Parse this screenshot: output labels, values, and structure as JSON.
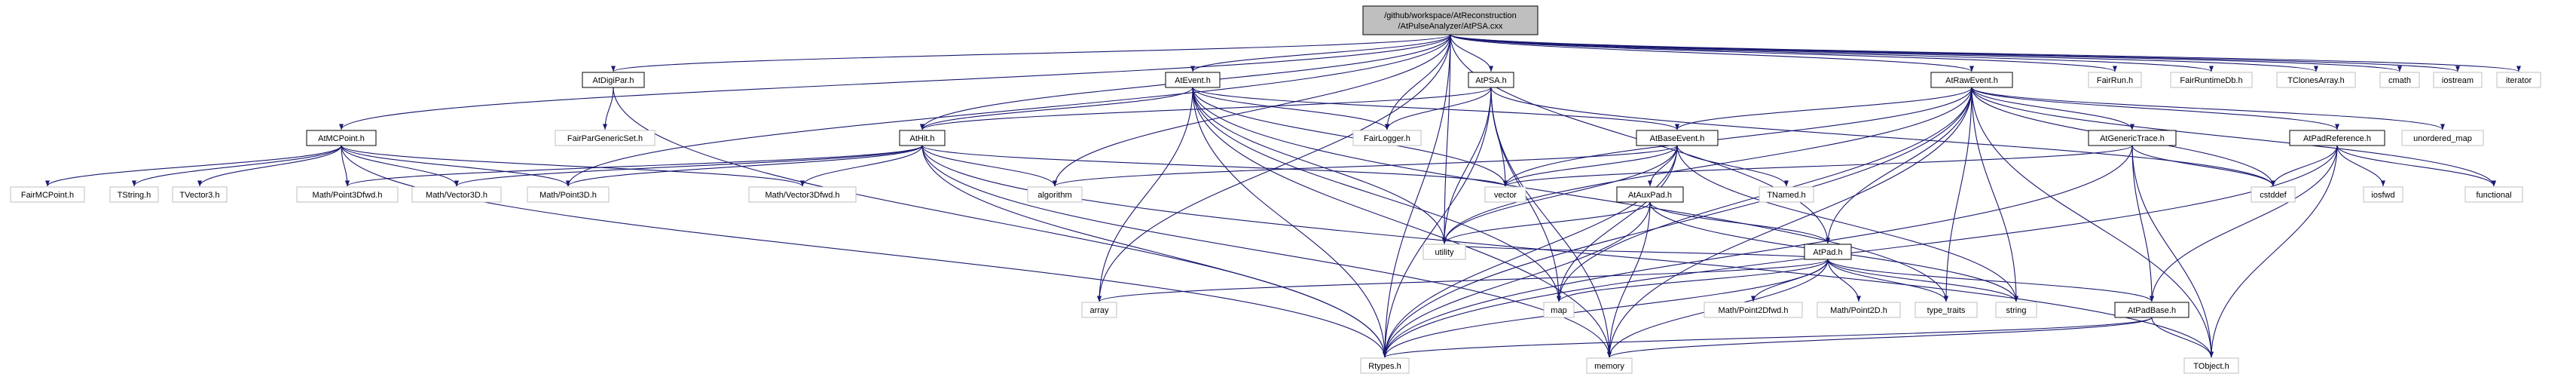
{
  "graph": {
    "title_lines": [
      "/github/workspace/AtReconstruction",
      "/AtPulseAnalyzer/AtPSA.cxx"
    ],
    "colors": {
      "edge": "#191970",
      "root_fill": "#bfbfbf",
      "node_fill": "#ffffff",
      "node_border": "#000000",
      "external_border": "#bfbfbf",
      "text": "#000000"
    },
    "nodes": [
      {
        "id": "root",
        "label": "/github/workspace/AtReconstruction\n/AtPulseAnalyzer/AtPSA.cxx",
        "kind": "root"
      },
      {
        "id": "AtMCPoint",
        "label": "AtMCPoint.h",
        "kind": "internal"
      },
      {
        "id": "AtDigiPar",
        "label": "AtDigiPar.h",
        "kind": "internal"
      },
      {
        "id": "AtEvent",
        "label": "AtEvent.h",
        "kind": "internal"
      },
      {
        "id": "AtPSA",
        "label": "AtPSA.h",
        "kind": "internal"
      },
      {
        "id": "AtRawEvent",
        "label": "AtRawEvent.h",
        "kind": "internal"
      },
      {
        "id": "AtHit",
        "label": "AtHit.h",
        "kind": "internal"
      },
      {
        "id": "AtBaseEvent",
        "label": "AtBaseEvent.h",
        "kind": "internal"
      },
      {
        "id": "AtGenericTrace",
        "label": "AtGenericTrace.h",
        "kind": "internal"
      },
      {
        "id": "AtPadReference",
        "label": "AtPadReference.h",
        "kind": "internal"
      },
      {
        "id": "AtAuxPad",
        "label": "AtAuxPad.h",
        "kind": "internal"
      },
      {
        "id": "AtPad",
        "label": "AtPad.h",
        "kind": "internal"
      },
      {
        "id": "AtPadBase",
        "label": "AtPadBase.h",
        "kind": "internal"
      },
      {
        "id": "FairRun",
        "label": "FairRun.h",
        "kind": "external"
      },
      {
        "id": "FairRuntimeDb",
        "label": "FairRuntimeDb.h",
        "kind": "external"
      },
      {
        "id": "TClonesArray",
        "label": "TClonesArray.h",
        "kind": "external"
      },
      {
        "id": "cmath",
        "label": "cmath",
        "kind": "external"
      },
      {
        "id": "iostream",
        "label": "iostream",
        "kind": "external"
      },
      {
        "id": "iterator",
        "label": "iterator",
        "kind": "external"
      },
      {
        "id": "FairParGenericSet",
        "label": "FairParGenericSet.h",
        "kind": "external"
      },
      {
        "id": "FairLogger",
        "label": "FairLogger.h",
        "kind": "external"
      },
      {
        "id": "unordered_map",
        "label": "unordered_map",
        "kind": "external"
      },
      {
        "id": "FairMCPoint",
        "label": "FairMCPoint.h",
        "kind": "external"
      },
      {
        "id": "TString",
        "label": "TString.h",
        "kind": "external"
      },
      {
        "id": "TVector3",
        "label": "TVector3.h",
        "kind": "external"
      },
      {
        "id": "Point3Dfwd",
        "label": "Math/Point3Dfwd.h",
        "kind": "external"
      },
      {
        "id": "Vector3D",
        "label": "Math/Vector3D.h",
        "kind": "external"
      },
      {
        "id": "Point3D",
        "label": "Math/Point3D.h",
        "kind": "external"
      },
      {
        "id": "Vector3Dfwd",
        "label": "Math/Vector3Dfwd.h",
        "kind": "external"
      },
      {
        "id": "algorithm",
        "label": "algorithm",
        "kind": "external"
      },
      {
        "id": "vector",
        "label": "vector",
        "kind": "external"
      },
      {
        "id": "TNamed",
        "label": "TNamed.h",
        "kind": "external"
      },
      {
        "id": "cstddef",
        "label": "cstddef",
        "kind": "external"
      },
      {
        "id": "iosfwd",
        "label": "iosfwd",
        "kind": "external"
      },
      {
        "id": "functional",
        "label": "functional",
        "kind": "external"
      },
      {
        "id": "utility",
        "label": "utility",
        "kind": "external"
      },
      {
        "id": "array",
        "label": "array",
        "kind": "external"
      },
      {
        "id": "map",
        "label": "map",
        "kind": "external"
      },
      {
        "id": "Point2Dfwd",
        "label": "Math/Point2Dfwd.h",
        "kind": "external"
      },
      {
        "id": "Point2D",
        "label": "Math/Point2D.h",
        "kind": "external"
      },
      {
        "id": "type_traits",
        "label": "type_traits",
        "kind": "external"
      },
      {
        "id": "string",
        "label": "string",
        "kind": "external"
      },
      {
        "id": "Rtypes",
        "label": "Rtypes.h",
        "kind": "external"
      },
      {
        "id": "memory",
        "label": "memory",
        "kind": "external"
      },
      {
        "id": "TObject",
        "label": "TObject.h",
        "kind": "external"
      }
    ],
    "edges": [
      [
        "root",
        "AtMCPoint"
      ],
      [
        "root",
        "AtDigiPar"
      ],
      [
        "root",
        "AtEvent"
      ],
      [
        "root",
        "AtPSA"
      ],
      [
        "root",
        "AtRawEvent"
      ],
      [
        "root",
        "FairRun"
      ],
      [
        "root",
        "FairRuntimeDb"
      ],
      [
        "root",
        "TClonesArray"
      ],
      [
        "root",
        "cmath"
      ],
      [
        "root",
        "iostream"
      ],
      [
        "root",
        "iterator"
      ],
      [
        "root",
        "AtHit"
      ],
      [
        "root",
        "Point3D"
      ],
      [
        "root",
        "Rtypes"
      ],
      [
        "root",
        "algorithm"
      ],
      [
        "root",
        "array"
      ],
      [
        "root",
        "utility"
      ],
      [
        "root",
        "FairLogger"
      ],
      [
        "root",
        "AtPad"
      ],
      [
        "AtMCPoint",
        "FairMCPoint"
      ],
      [
        "AtMCPoint",
        "TString"
      ],
      [
        "AtMCPoint",
        "TVector3"
      ],
      [
        "AtMCPoint",
        "Point3Dfwd"
      ],
      [
        "AtMCPoint",
        "Vector3D"
      ],
      [
        "AtMCPoint",
        "Point3D"
      ],
      [
        "AtMCPoint",
        "Vector3Dfwd"
      ],
      [
        "AtMCPoint",
        "Rtypes"
      ],
      [
        "AtDigiPar",
        "FairParGenericSet"
      ],
      [
        "AtDigiPar",
        "Rtypes"
      ],
      [
        "AtEvent",
        "AtHit"
      ],
      [
        "AtEvent",
        "AtBaseEvent"
      ],
      [
        "AtEvent",
        "FairLogger"
      ],
      [
        "AtEvent",
        "vector"
      ],
      [
        "AtEvent",
        "array"
      ],
      [
        "AtEvent",
        "map"
      ],
      [
        "AtEvent",
        "utility"
      ],
      [
        "AtEvent",
        "memory"
      ],
      [
        "AtEvent",
        "Rtypes"
      ],
      [
        "AtEvent",
        "type_traits"
      ],
      [
        "AtPSA",
        "AtHit"
      ],
      [
        "AtPSA",
        "FairLogger"
      ],
      [
        "AtPSA",
        "vector"
      ],
      [
        "AtPSA",
        "utility"
      ],
      [
        "AtPSA",
        "map"
      ],
      [
        "AtPSA",
        "memory"
      ],
      [
        "AtPSA",
        "Rtypes"
      ],
      [
        "AtPSA",
        "cstddef"
      ],
      [
        "AtRawEvent",
        "AtBaseEvent"
      ],
      [
        "AtRawEvent",
        "AtGenericTrace"
      ],
      [
        "AtRawEvent",
        "AtPadReference"
      ],
      [
        "AtRawEvent",
        "unordered_map"
      ],
      [
        "AtRawEvent",
        "cstddef"
      ],
      [
        "AtRawEvent",
        "vector"
      ],
      [
        "AtRawEvent",
        "utility"
      ],
      [
        "AtRawEvent",
        "map"
      ],
      [
        "AtRawEvent",
        "string"
      ],
      [
        "AtRawEvent",
        "type_traits"
      ],
      [
        "AtRawEvent",
        "Rtypes"
      ],
      [
        "AtRawEvent",
        "memory"
      ],
      [
        "AtRawEvent",
        "AtPad"
      ],
      [
        "AtRawEvent",
        "functional"
      ],
      [
        "AtRawEvent",
        "TObject"
      ],
      [
        "AtHit",
        "Point3Dfwd"
      ],
      [
        "AtHit",
        "Vector3D"
      ],
      [
        "AtHit",
        "Point3D"
      ],
      [
        "AtHit",
        "Vector3Dfwd"
      ],
      [
        "AtHit",
        "algorithm"
      ],
      [
        "AtHit",
        "vector"
      ],
      [
        "AtHit",
        "Rtypes"
      ],
      [
        "AtHit",
        "memory"
      ],
      [
        "AtHit",
        "TObject"
      ],
      [
        "AtBaseEvent",
        "TNamed"
      ],
      [
        "AtBaseEvent",
        "AtAuxPad"
      ],
      [
        "AtBaseEvent",
        "vector"
      ],
      [
        "AtBaseEvent",
        "utility"
      ],
      [
        "AtBaseEvent",
        "map"
      ],
      [
        "AtBaseEvent",
        "string"
      ],
      [
        "AtBaseEvent",
        "Rtypes"
      ],
      [
        "AtBaseEvent",
        "algorithm"
      ],
      [
        "AtGenericTrace",
        "vector"
      ],
      [
        "AtGenericTrace",
        "cstddef"
      ],
      [
        "AtGenericTrace",
        "AtPadBase"
      ],
      [
        "AtGenericTrace",
        "Rtypes"
      ],
      [
        "AtGenericTrace",
        "TObject"
      ],
      [
        "AtPadReference",
        "cstddef"
      ],
      [
        "AtPadReference",
        "iosfwd"
      ],
      [
        "AtPadReference",
        "functional"
      ],
      [
        "AtPadReference",
        "Rtypes"
      ],
      [
        "AtPadReference",
        "AtPadBase"
      ],
      [
        "AtPadReference",
        "TObject"
      ],
      [
        "AtAuxPad",
        "AtPad"
      ],
      [
        "AtAuxPad",
        "utility"
      ],
      [
        "AtAuxPad",
        "string"
      ],
      [
        "AtAuxPad",
        "Rtypes"
      ],
      [
        "AtAuxPad",
        "memory"
      ],
      [
        "AtPad",
        "AtPadBase"
      ],
      [
        "AtPad",
        "array"
      ],
      [
        "AtPad",
        "map"
      ],
      [
        "AtPad",
        "Point2Dfwd"
      ],
      [
        "AtPad",
        "Point2D"
      ],
      [
        "AtPad",
        "type_traits"
      ],
      [
        "AtPad",
        "string"
      ],
      [
        "AtPad",
        "utility"
      ],
      [
        "AtPad",
        "memory"
      ],
      [
        "AtPad",
        "Rtypes"
      ],
      [
        "AtPadBase",
        "memory"
      ],
      [
        "AtPadBase",
        "Rtypes"
      ],
      [
        "AtPadBase",
        "TObject"
      ]
    ]
  }
}
